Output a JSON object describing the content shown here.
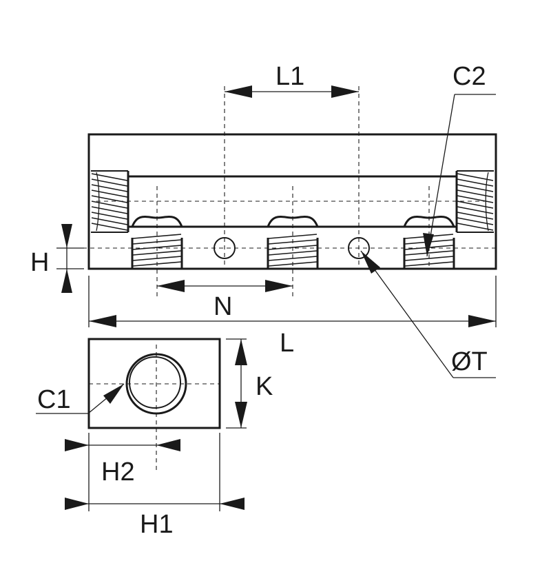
{
  "labels": {
    "L1": "L1",
    "C2": "C2",
    "H": "H",
    "N": "N",
    "L": "L",
    "OT": "ØT",
    "K": "K",
    "C1": "C1",
    "H2": "H2",
    "H1": "H1"
  },
  "colors": {
    "line": "#1a1a1a",
    "background": "#ffffff"
  }
}
